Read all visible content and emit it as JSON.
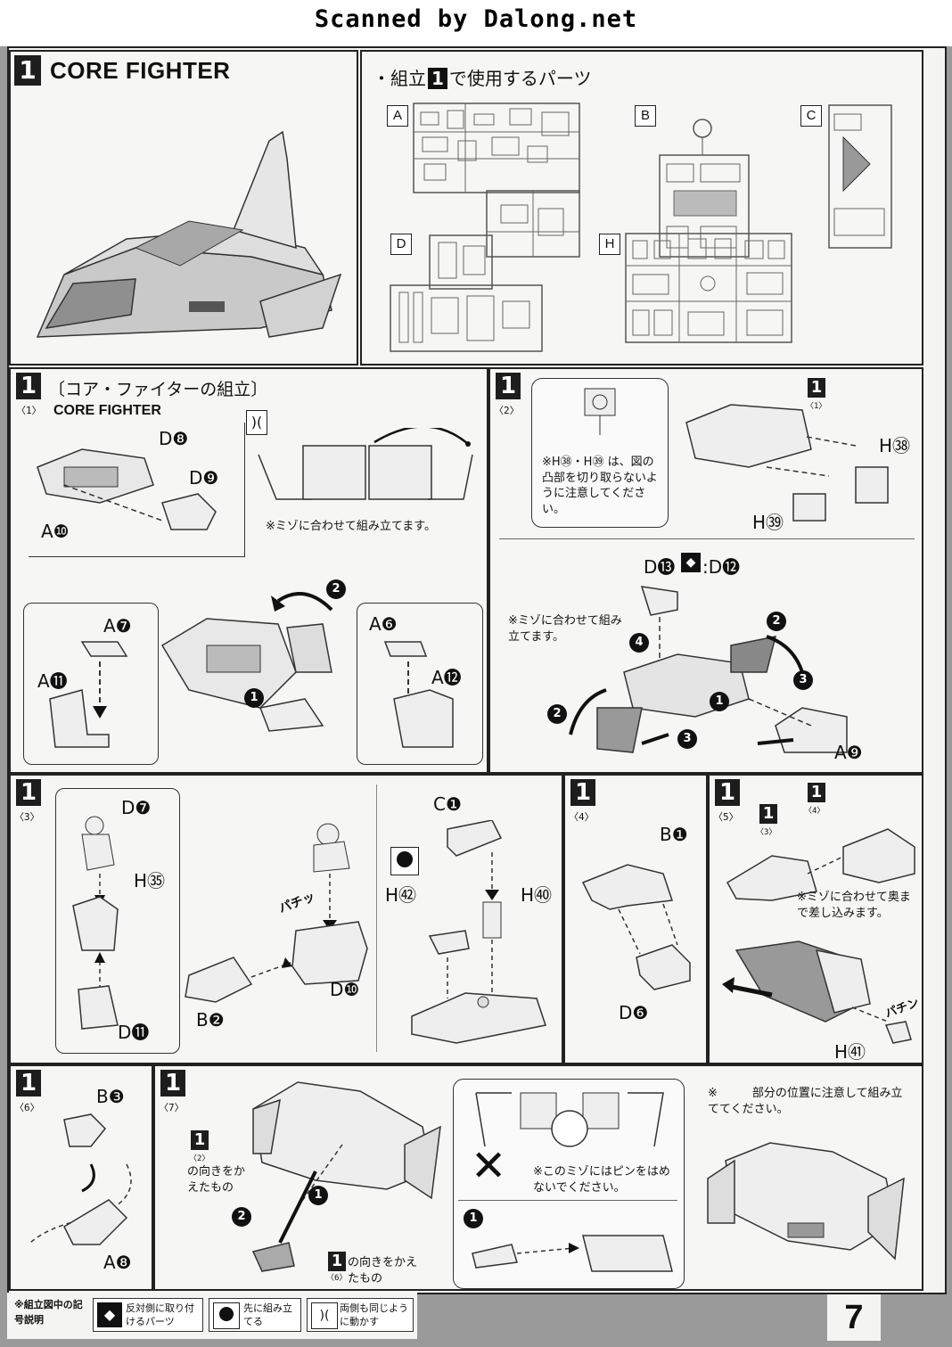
{
  "header": {
    "scan_credit": "Scanned by Dalong.net"
  },
  "section1": {
    "number": "1",
    "title": "CORE FIGHTER",
    "parts_heading": "・組立",
    "parts_heading_num": "1",
    "parts_heading_suffix": "で使用するパーツ",
    "sprues": [
      "A",
      "B",
      "C",
      "D",
      "H"
    ]
  },
  "step1": {
    "num": "1",
    "sub": "〈1〉",
    "title": "〔コア・ファイターの組立〕",
    "subtitle": "CORE FIGHTER",
    "parts": {
      "d8": "D❽",
      "d9": "D❾",
      "a10": "A❿",
      "a7": "A❼",
      "a11": "A⓫",
      "a6": "A❻",
      "a12": "A⓬"
    },
    "note": "※ミゾに合わせて組み立てます。"
  },
  "step2": {
    "num": "1",
    "sub": "〈2〉",
    "ref": "1",
    "ref_sub": "〈1〉",
    "caution": "※H㊳・H㊴ は、図の凸部を切り取らないように注意してください。",
    "parts": {
      "h38": "H㊳",
      "h39": "H㊴",
      "d13": "D⓭",
      "d12": ":D⓬",
      "a9": "A❾"
    },
    "note": "※ミゾに合わせて組み立てます。"
  },
  "step3": {
    "num": "1",
    "sub": "〈3〉",
    "parts": {
      "d7": "D❼",
      "h35": "H㉟",
      "d11": "D⓫",
      "c1": "C❶",
      "h40": "H㊵",
      "h42": "H㊷",
      "b2": "B❷",
      "d10": "D❿"
    },
    "sound": "パチッ"
  },
  "step4": {
    "num": "1",
    "sub": "〈4〉",
    "parts": {
      "b1": "B❶",
      "d6": "D❻"
    }
  },
  "step5": {
    "num": "1",
    "sub": "〈5〉",
    "ref3": "1",
    "ref3_sub": "〈3〉",
    "ref4": "1",
    "ref4_sub": "〈4〉",
    "note": "※ミゾに合わせて奥まで差し込みます。",
    "parts": {
      "h41": "H㊶"
    },
    "sound": "パチン"
  },
  "step6": {
    "num": "1",
    "sub": "〈6〉",
    "parts": {
      "b3": "B❸",
      "a8": "A❽"
    }
  },
  "step7": {
    "num": "1",
    "sub": "〈7〉",
    "ref2": "1",
    "ref2_sub": "〈2〉",
    "ref2_note": "の向きをかえたもの",
    "ref6": "1",
    "ref6_sub": "〈6〉",
    "ref6_note": "の向きをかえたもの",
    "pin_note": "※このミゾにはピンをはめないでください。",
    "position_note": "※　　　部分の位置に注意して組み立ててください。"
  },
  "legend": {
    "title": "※組立図中の記号説明",
    "items": [
      {
        "icon": "opposite-side-icon",
        "text": "反対側に取り付けるパーツ"
      },
      {
        "icon": "assemble-first-icon",
        "text": "先に組み立てる"
      },
      {
        "icon": "move-both-sides-icon",
        "text": "両側も同じように動かす"
      }
    ]
  },
  "page_number": "7"
}
